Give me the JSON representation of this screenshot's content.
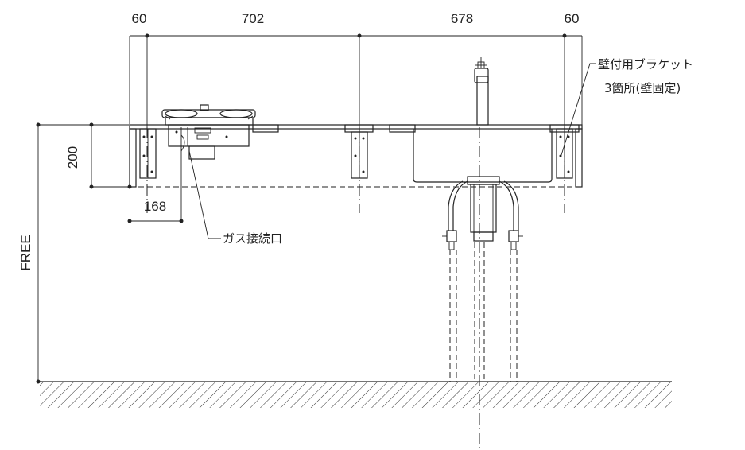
{
  "dimensions": {
    "left_margin": "60",
    "span_left": "702",
    "span_right": "678",
    "right_margin": "60",
    "height": "200",
    "offset": "168",
    "floor_clearance": "FREE"
  },
  "labels": {
    "gas_connection": "ガス接続口",
    "bracket_line1": "壁付用ブラケット",
    "bracket_line2": "3箇所(壁固定)"
  }
}
